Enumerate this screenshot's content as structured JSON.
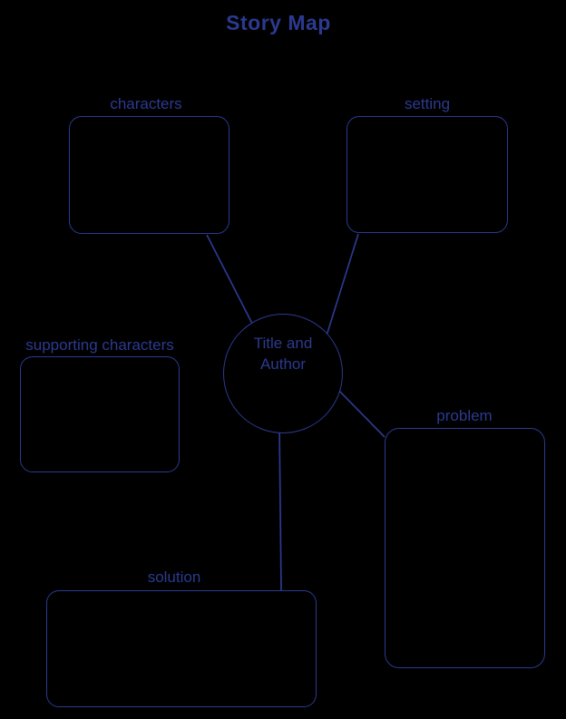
{
  "title": "Story Map",
  "colors": {
    "background": "#000000",
    "ink": "#2b3a90"
  },
  "center_node": {
    "id": "title-and-author",
    "label": "Title and\nAuthor",
    "shape": "circle"
  },
  "nodes": [
    {
      "id": "characters",
      "label": "characters",
      "shape": "rounded-rect"
    },
    {
      "id": "setting",
      "label": "setting",
      "shape": "rounded-rect"
    },
    {
      "id": "supporting-characters",
      "label": "supporting characters",
      "shape": "rounded-rect"
    },
    {
      "id": "problem",
      "label": "problem",
      "shape": "rounded-rect"
    },
    {
      "id": "solution",
      "label": "solution",
      "shape": "rounded-rect"
    }
  ],
  "connections": [
    {
      "from": "title-and-author",
      "to": "characters"
    },
    {
      "from": "title-and-author",
      "to": "setting"
    },
    {
      "from": "title-and-author",
      "to": "problem"
    },
    {
      "from": "title-and-author",
      "to": "solution"
    }
  ]
}
